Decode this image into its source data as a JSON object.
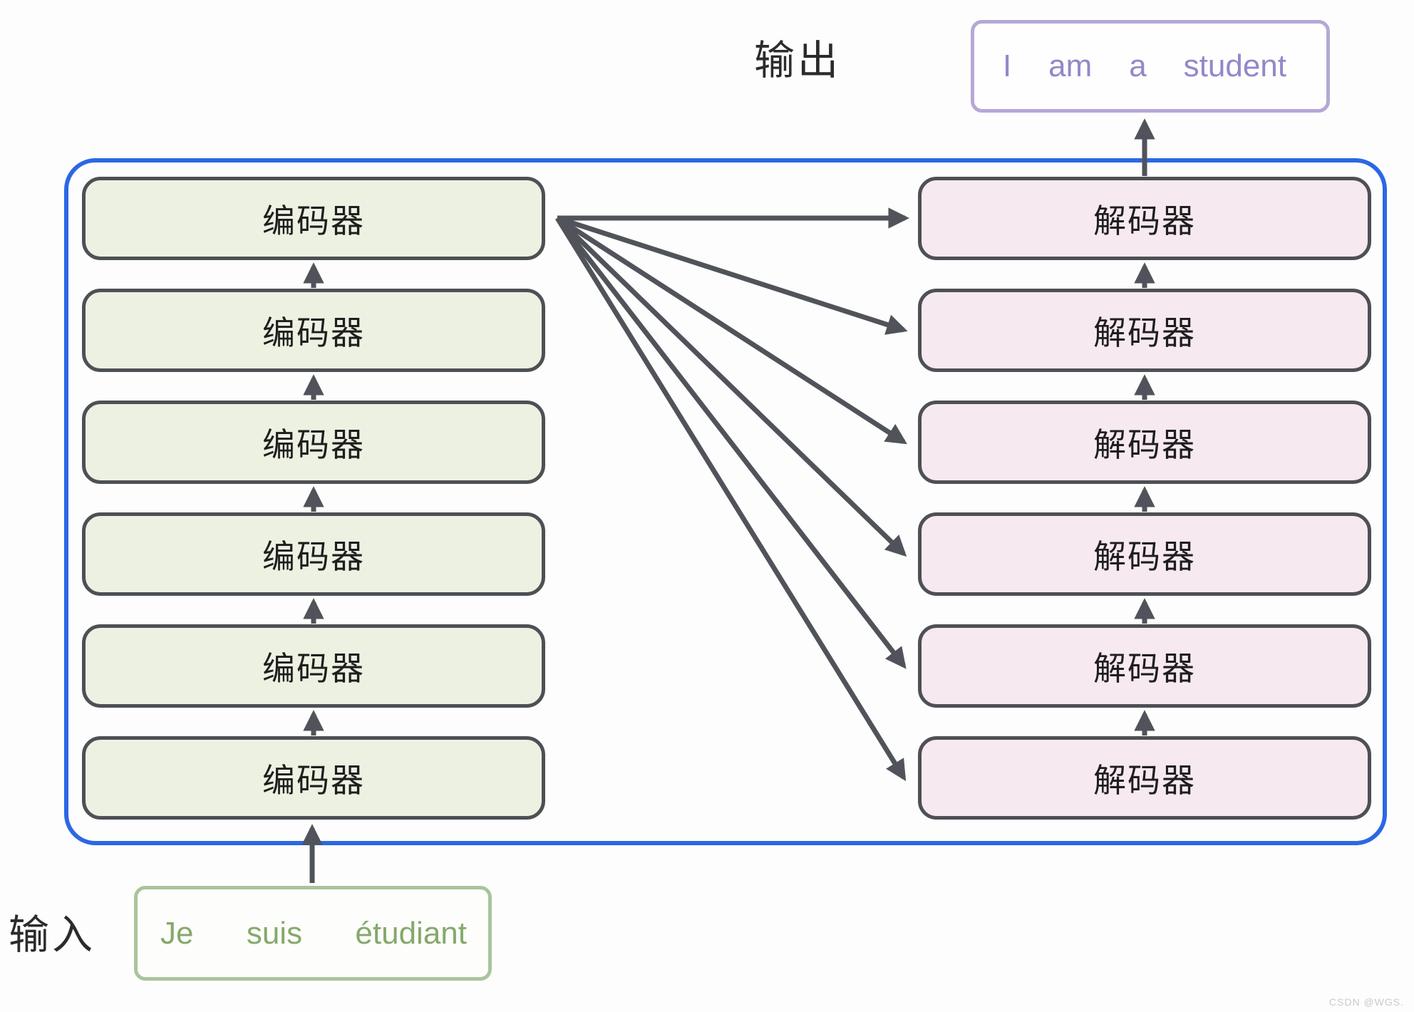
{
  "labels": {
    "output": "输出",
    "input": "输入",
    "encoder": "编码器",
    "decoder": "解码器"
  },
  "output_sentence": [
    "I",
    "am",
    "a",
    "student"
  ],
  "input_sentence": [
    "Je",
    "suis",
    "étudiant"
  ],
  "stack": {
    "encoder_count": 6,
    "decoder_count": 6
  },
  "watermark": "CSDN @WGS.",
  "colors": {
    "container_border": "#2c67e4",
    "encoder_fill": "#edf1e2",
    "decoder_fill": "#f7e9f0",
    "box_border": "#4d5054",
    "arrow": "#50545a",
    "output_text": "#9487c9",
    "output_border": "#b5a8d6",
    "input_text": "#85a96b",
    "input_border": "#a9c49c"
  }
}
